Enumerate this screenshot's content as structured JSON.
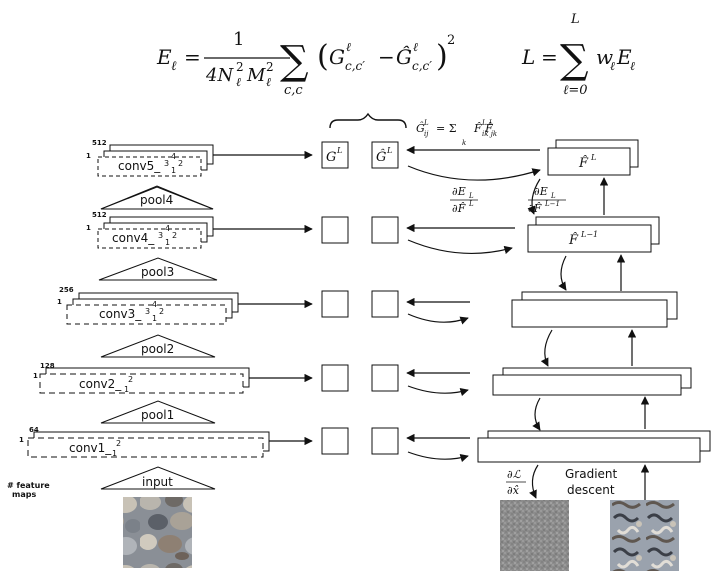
{
  "equations": {
    "layer_loss": {
      "lhs": "E",
      "lhs_sub": "ℓ",
      "numer": "1",
      "denom": "4N",
      "denom_sup": "2",
      "denom_sub": "ℓ",
      "denom2": "M",
      "denom2_sup": "2",
      "denom2_sub": "ℓ",
      "sum_sub": "c,c",
      "term1": "G",
      "term1_sup": "ℓ",
      "term1_sub": "c,c′",
      "minus": "−",
      "term2": "Ĝ",
      "term2_sup": "ℓ",
      "term2_sub": "c,c′",
      "square": "2"
    },
    "total_loss": {
      "lhs": "L",
      "sum_top": "L",
      "sum_sub": "ℓ=0",
      "w": "w",
      "w_sub": "ℓ",
      "e": "E",
      "e_sub": "ℓ"
    },
    "gram_hat": "Ĝ",
    "gram_hat_sup": "L",
    "gram_hat_sub": "ij",
    "gram_hat_rhs": "= Σ",
    "gram_hat_k": "k",
    "gram_hat_terms": "F̂ F̂",
    "gram_hat_terms_sup": "L    L",
    "gram_hat_terms_sub": "ik   jk",
    "grad_EF_num": "∂E",
    "grad_EF_num_sub": "L",
    "grad_EF_den": "∂F̂",
    "grad_EF_den_sup": "L",
    "grad_FF_num": "∂E",
    "grad_FF_num_sub": "L",
    "grad_FF_den": "∂F̂",
    "grad_FF_den_sup": "L−1",
    "grad_loss_num": "∂ℒ",
    "grad_loss_den": "∂x̂"
  },
  "layers": [
    {
      "name": "conv5_",
      "sup": "4",
      "subs": [
        "3",
        "1",
        "2"
      ],
      "features": "512",
      "one": "1"
    },
    {
      "name": "conv4_",
      "sup": "4",
      "subs": [
        "3",
        "1",
        "2"
      ],
      "features": "512",
      "one": "1"
    },
    {
      "name": "conv3_",
      "sup": "4",
      "subs": [
        "3",
        "1",
        "2"
      ],
      "features": "256",
      "one": "1"
    },
    {
      "name": "conv2_",
      "sup": "2",
      "subs": [
        "1"
      ],
      "features": "128",
      "one": "1"
    },
    {
      "name": "conv1_",
      "sup": "2",
      "subs": [
        "1"
      ],
      "features": "64",
      "one": "1"
    }
  ],
  "pools": [
    "pool4",
    "pool3",
    "pool2",
    "pool1"
  ],
  "input_label": "input",
  "feature_maps_label": "# feature\nmaps",
  "feature_maps_line1": "# feature",
  "feature_maps_line2": "maps",
  "gram_labels": {
    "g": "G",
    "g_sup": "L",
    "ghat": "Ĝ",
    "ghat_sup": "L"
  },
  "right_column": {
    "f_l": "F̂",
    "f_l_sup": "L",
    "f_lm1": "F̂",
    "f_lm1_sup": "L−1"
  },
  "gradient_descent_line1": "Gradient",
  "gradient_descent_line2": "descent",
  "colors": {
    "stroke": "#111111",
    "pebbles_bg": "#8a8f96",
    "noise_bg": "#8c8c8c",
    "synth_bg": "#9aa2ad"
  }
}
